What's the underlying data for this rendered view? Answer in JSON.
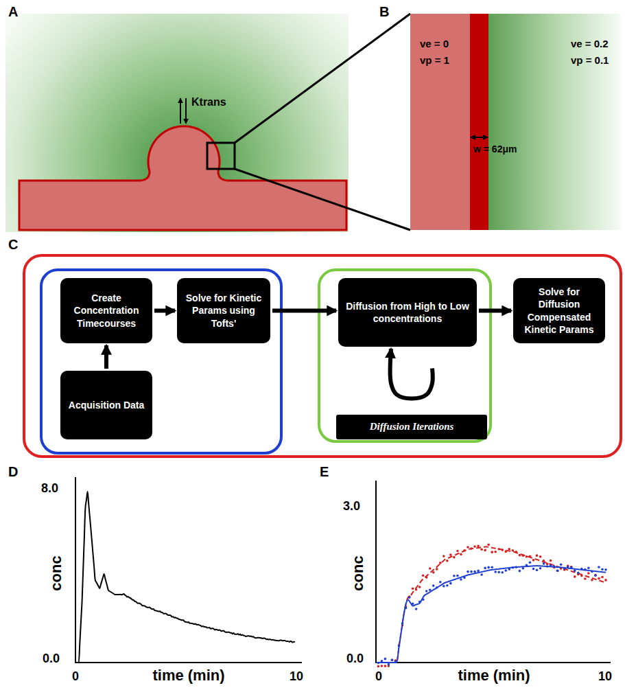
{
  "diagram": {
    "nodes": [
      {
        "text": [
          "Create Concentration Timecourses"
        ]
      },
      {
        "text": [
          "Acquisition Data"
        ]
      },
      {
        "text": [
          "Solve for Kinetic Params using Tofts'"
        ]
      },
      {
        "text": [
          "Diffusion from High to Low concentrations"
        ]
      },
      {
        "text": [
          "Diffusion Iterations"
        ]
      },
      {
        "text": [
          "Solve for Diffusion Compensated Kinetic Params"
        ]
      }
    ],
    "edges": [
      {
        "from": 1,
        "to": 0,
        "arrow": "to"
      },
      {
        "from": 0,
        "to": 2,
        "arrow": "to"
      },
      {
        "from": 2,
        "to": 3,
        "arrow": "to"
      },
      {
        "from": 4,
        "to": 3,
        "arrow": "to"
      },
      {
        "from": 3,
        "to": 5,
        "arrow": "to"
      }
    ],
    "labels": [
      "A",
      "Ktrans",
      "B",
      "ve = 0",
      "vp = 1",
      "ve = 0.2",
      "vp = 0.1",
      "w = 62μm",
      "C",
      "D",
      "8.0",
      "0.0",
      "conc",
      "0",
      "time (min)",
      "10",
      "E",
      "3.0",
      "0.0",
      "conc",
      "0",
      "time (min)",
      "10"
    ]
  }
}
